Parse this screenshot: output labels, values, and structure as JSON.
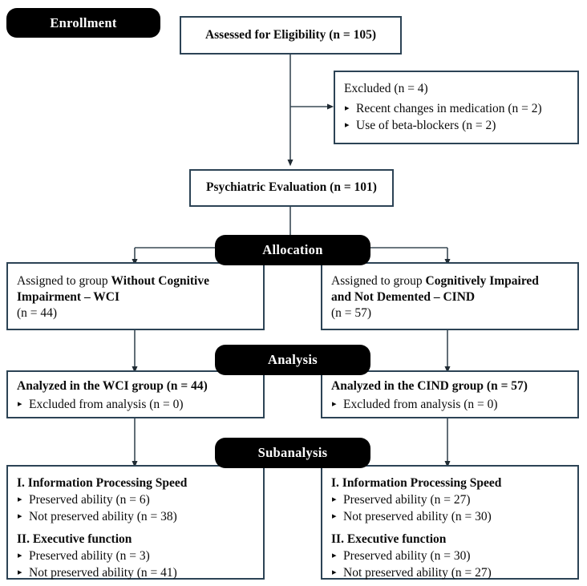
{
  "meta": {
    "figure_type": "consort-flow-diagram",
    "colors": {
      "box_border": "#2c4355",
      "banner_background": "#000000",
      "banner_text": "#ffffff",
      "text": "#0b0b0b",
      "connector": "#3a4a55",
      "page_background": "#ffffff"
    }
  },
  "banners": {
    "enrollment": "Enrollment",
    "allocation": "Allocation",
    "analysis": "Analysis",
    "subanalysis": "Subanalysis"
  },
  "enrollment": {
    "assessed": {
      "text": "Assessed for Eligibility (n = 105)"
    },
    "excluded": {
      "title": "Excluded (n = 4)",
      "bullet_glyph": "▸",
      "items": [
        "Recent changes in medication (n = 2)",
        "Use of beta-blockers (n = 2)"
      ]
    },
    "psychiatric": {
      "text": "Psychiatric Evaluation (n = 101)"
    }
  },
  "allocation": {
    "left": {
      "line1_prefix": "Assigned to group ",
      "line1_bold": "Without Cognitive",
      "line2_bold": "Impairment – WCI",
      "line3": "(n = 44)"
    },
    "right": {
      "line1_prefix": "Assigned to group ",
      "line1_bold": "Cognitively Impaired",
      "line2_bold": "and Not Demented – CIND",
      "line3": "(n = 57)"
    }
  },
  "analysis": {
    "left": {
      "title": "Analyzed in the WCI group (n = 44)",
      "bullet_glyph": "▸",
      "items": [
        "Excluded from analysis (n = 0)"
      ]
    },
    "right": {
      "title": "Analyzed in the CIND group (n = 57)",
      "bullet_glyph": "▸",
      "items": [
        "Excluded from analysis (n = 0)"
      ]
    }
  },
  "subanalysis": {
    "bullet_glyph": "▸",
    "left": {
      "groups": [
        {
          "heading": "I. Information Processing Speed",
          "items": [
            "Preserved ability (n = 6)",
            "Not preserved ability (n = 38)"
          ]
        },
        {
          "heading": "II. Executive function",
          "items": [
            "Preserved ability (n = 3)",
            "Not preserved ability (n = 41)"
          ]
        }
      ]
    },
    "right": {
      "groups": [
        {
          "heading": "I. Information Processing Speed",
          "items": [
            "Preserved ability (n = 27)",
            "Not preserved ability (n = 30)"
          ]
        },
        {
          "heading": "II. Executive function",
          "items": [
            "Preserved ability (n = 30)",
            "Not preserved ability (n = 27)"
          ]
        }
      ]
    }
  }
}
